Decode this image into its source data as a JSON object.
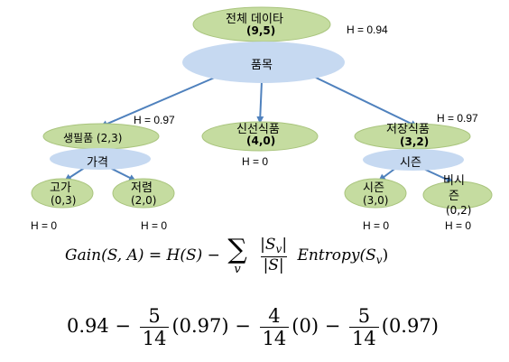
{
  "tree": {
    "root": {
      "label": "전체 데이타",
      "counts": "(9,5)",
      "entropy": "H = 0.94"
    },
    "split_root": {
      "label": "품목"
    },
    "branches": [
      {
        "label": "생필품 (2,3)",
        "entropy": "H = 0.97"
      },
      {
        "label": "신선식품",
        "counts": "(4,0)",
        "entropy": "H = 0"
      },
      {
        "label": "저장식품",
        "counts": "(3,2)",
        "entropy": "H = 0.97"
      }
    ],
    "split_left": {
      "label": "가격"
    },
    "split_right": {
      "label": "시즌"
    },
    "leaves": [
      {
        "label": "고가",
        "counts": "(0,3)",
        "entropy": "H = 0"
      },
      {
        "label": "저렴",
        "counts": "(2,0)",
        "entropy": "H = 0"
      },
      {
        "label": "시즌",
        "counts": "(3,0)",
        "entropy": "H = 0"
      },
      {
        "label_line1": "비시",
        "label_line2": "즌",
        "counts": "(0,2)",
        "entropy": "H = 0"
      }
    ],
    "colors": {
      "node_green": "#c5dca0",
      "node_green_border": "#a9c47d",
      "split_blue": "#c6d9f1",
      "edge": "#4f81bd"
    }
  },
  "formula1": {
    "lhs": "Gain(S, A) = H(S) −",
    "sum_sub": "v",
    "num": "|S",
    "num_sub": "v",
    "num_end": "|",
    "den": "|S|",
    "rhs": "Entropy(S",
    "rhs_sub": "v",
    "rhs_end": ")"
  },
  "formula2": {
    "t0": "0.94 −",
    "f1_num": "5",
    "f1_den": "14",
    "t1": "(0.97) −",
    "f2_num": "4",
    "f2_den": "14",
    "t2": "(0) −",
    "f3_num": "5",
    "f3_den": "14",
    "t3": "(0.97)"
  }
}
